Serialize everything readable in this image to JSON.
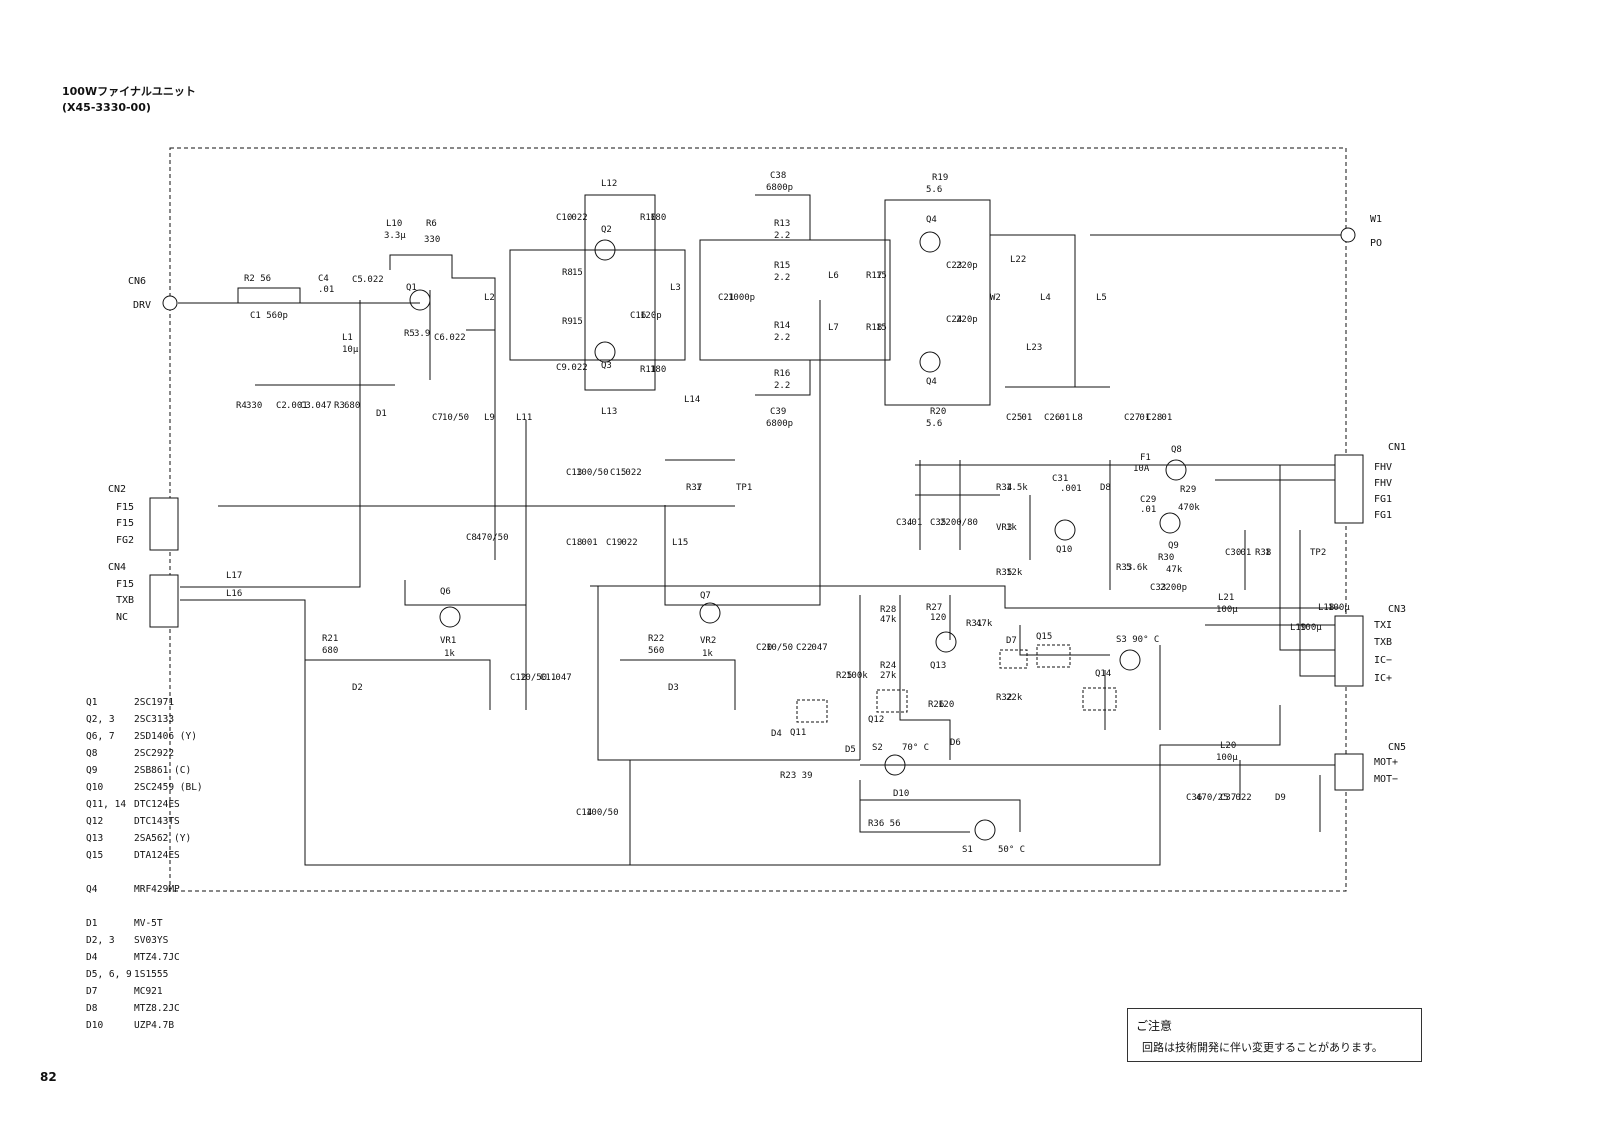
{
  "title": {
    "line1": "100Wファイナルユニット",
    "line2": "(X45-3330-00)"
  },
  "connectors": {
    "cn6": {
      "name": "CN6",
      "pin": "DRV"
    },
    "w1": {
      "name": "W1",
      "pin": "PO"
    },
    "cn1": {
      "name": "CN1",
      "pins": [
        "FHV",
        "FHV",
        "FG1",
        "FG1"
      ]
    },
    "cn2": {
      "name": "CN2",
      "pins": [
        "F15",
        "F15",
        "FG2"
      ]
    },
    "cn4": {
      "name": "CN4",
      "pins": [
        "F15",
        "TXB",
        "NC"
      ]
    },
    "cn3": {
      "name": "CN3",
      "pins": [
        "TXI",
        "TXB",
        "IC−",
        "IC+"
      ]
    },
    "cn5": {
      "name": "CN5",
      "pins": [
        "MOT+",
        "MOT−"
      ]
    }
  },
  "components": [
    {
      "label": "R2 56"
    },
    {
      "label": "C1 560p"
    },
    {
      "label": "C4"
    },
    {
      "label": ".01"
    },
    {
      "label": "C5"
    },
    {
      "label": ".022"
    },
    {
      "label": "L10"
    },
    {
      "label": "3.3μ"
    },
    {
      "label": "R6"
    },
    {
      "label": "330"
    },
    {
      "label": "Q1"
    },
    {
      "label": "L1"
    },
    {
      "label": "10μ"
    },
    {
      "label": "R5"
    },
    {
      "label": "3.9"
    },
    {
      "label": "C6"
    },
    {
      "label": ".022"
    },
    {
      "label": "R4"
    },
    {
      "label": "330"
    },
    {
      "label": "C2"
    },
    {
      "label": ".001"
    },
    {
      "label": "C3"
    },
    {
      "label": ".047"
    },
    {
      "label": "R3"
    },
    {
      "label": "680"
    },
    {
      "label": "D1"
    },
    {
      "label": "C7"
    },
    {
      "label": "10/50"
    },
    {
      "label": "L9"
    },
    {
      "label": "L11"
    },
    {
      "label": "L2"
    },
    {
      "label": "L12"
    },
    {
      "label": "C10"
    },
    {
      "label": ".022"
    },
    {
      "label": "R10"
    },
    {
      "label": "180"
    },
    {
      "label": "Q2"
    },
    {
      "label": "R8"
    },
    {
      "label": "15"
    },
    {
      "label": "R9"
    },
    {
      "label": "15"
    },
    {
      "label": "C16"
    },
    {
      "label": "120p"
    },
    {
      "label": "L3"
    },
    {
      "label": "C21"
    },
    {
      "label": "1000p"
    },
    {
      "label": "Q3"
    },
    {
      "label": "C9"
    },
    {
      "label": ".022"
    },
    {
      "label": "R11"
    },
    {
      "label": "180"
    },
    {
      "label": "L13"
    },
    {
      "label": "L14"
    },
    {
      "label": "C38"
    },
    {
      "label": "6800p"
    },
    {
      "label": "R13"
    },
    {
      "label": "2.2"
    },
    {
      "label": "R15"
    },
    {
      "label": "2.2"
    },
    {
      "label": "R14"
    },
    {
      "label": "2.2"
    },
    {
      "label": "R16"
    },
    {
      "label": "2.2"
    },
    {
      "label": "C39"
    },
    {
      "label": "6800p"
    },
    {
      "label": "L6"
    },
    {
      "label": "L7"
    },
    {
      "label": "R17"
    },
    {
      "label": "15"
    },
    {
      "label": "R18"
    },
    {
      "label": "15"
    },
    {
      "label": "R19"
    },
    {
      "label": "5.6"
    },
    {
      "label": "Q4"
    },
    {
      "label": "C23"
    },
    {
      "label": "220p"
    },
    {
      "label": "C24"
    },
    {
      "label": "220p"
    },
    {
      "label": "W2"
    },
    {
      "label": "L22"
    },
    {
      "label": "L4"
    },
    {
      "label": "L23"
    },
    {
      "label": "L5"
    },
    {
      "label": "Q4"
    },
    {
      "label": "R20"
    },
    {
      "label": "5.6"
    },
    {
      "label": "C25"
    },
    {
      "label": ".01"
    },
    {
      "label": "C26"
    },
    {
      "label": ".01"
    },
    {
      "label": "L8"
    },
    {
      "label": "C27"
    },
    {
      "label": ".01"
    },
    {
      "label": "C28"
    },
    {
      "label": ".01"
    },
    {
      "label": "C13"
    },
    {
      "label": "100/50"
    },
    {
      "label": "C15"
    },
    {
      "label": ".022"
    },
    {
      "label": "R37"
    },
    {
      "label": "1"
    },
    {
      "label": "TP1"
    },
    {
      "label": "C8"
    },
    {
      "label": "470/50"
    },
    {
      "label": "C18"
    },
    {
      "label": ".001"
    },
    {
      "label": "C19"
    },
    {
      "label": ".022"
    },
    {
      "label": "L15"
    },
    {
      "label": "C34"
    },
    {
      "label": ".01"
    },
    {
      "label": "C35"
    },
    {
      "label": "2200/80"
    },
    {
      "label": "R34"
    },
    {
      "label": "1.5k"
    },
    {
      "label": "VR3"
    },
    {
      "label": "1k"
    },
    {
      "label": "R35"
    },
    {
      "label": "12k"
    },
    {
      "label": "C31"
    },
    {
      "label": ".001"
    },
    {
      "label": "D8"
    },
    {
      "label": "Q10"
    },
    {
      "label": "R33"
    },
    {
      "label": "5.6k"
    },
    {
      "label": "C33"
    },
    {
      "label": "2200p"
    },
    {
      "label": "F1"
    },
    {
      "label": "10A"
    },
    {
      "label": "Q8"
    },
    {
      "label": "C29"
    },
    {
      "label": ".01"
    },
    {
      "label": "R29"
    },
    {
      "label": "470k"
    },
    {
      "label": "Q9"
    },
    {
      "label": "R30"
    },
    {
      "label": "47k"
    },
    {
      "label": "C30"
    },
    {
      "label": ".01"
    },
    {
      "label": "R38"
    },
    {
      "label": "1"
    },
    {
      "label": "TP2"
    },
    {
      "label": "L19"
    },
    {
      "label": "100μ"
    },
    {
      "label": "L18"
    },
    {
      "label": "100μ"
    },
    {
      "label": "L21"
    },
    {
      "label": "100μ"
    },
    {
      "label": "L17"
    },
    {
      "label": "L16"
    },
    {
      "label": "R21"
    },
    {
      "label": "680"
    },
    {
      "label": "D2"
    },
    {
      "label": "Q6"
    },
    {
      "label": "VR1"
    },
    {
      "label": "1k"
    },
    {
      "label": "C12"
    },
    {
      "label": "10/50"
    },
    {
      "label": "C11"
    },
    {
      "label": ".047"
    },
    {
      "label": "Q7"
    },
    {
      "label": "R22"
    },
    {
      "label": "560"
    },
    {
      "label": "D3"
    },
    {
      "label": "VR2"
    },
    {
      "label": "1k"
    },
    {
      "label": "C20"
    },
    {
      "label": "10/50"
    },
    {
      "label": "C22"
    },
    {
      "label": ".047"
    },
    {
      "label": "R25"
    },
    {
      "label": "100k"
    },
    {
      "label": "R28"
    },
    {
      "label": "47k"
    },
    {
      "label": "R24"
    },
    {
      "label": "27k"
    },
    {
      "label": "R27"
    },
    {
      "label": "120"
    },
    {
      "label": "Q13"
    },
    {
      "label": "R31"
    },
    {
      "label": "47k"
    },
    {
      "label": "D7"
    },
    {
      "label": "Q15"
    },
    {
      "label": "S3 90° C"
    },
    {
      "label": "Q14"
    },
    {
      "label": "R32"
    },
    {
      "label": "22k"
    },
    {
      "label": "R26"
    },
    {
      "label": "120"
    },
    {
      "label": "D6"
    },
    {
      "label": "Q12"
    },
    {
      "label": "Q11"
    },
    {
      "label": "D4"
    },
    {
      "label": "D5"
    },
    {
      "label": "R23 39"
    },
    {
      "label": "S2"
    },
    {
      "label": "70° C"
    },
    {
      "label": "L20"
    },
    {
      "label": "100μ"
    },
    {
      "label": "D10"
    },
    {
      "label": "R36 56"
    },
    {
      "label": "S1"
    },
    {
      "label": "50° C"
    },
    {
      "label": "C14"
    },
    {
      "label": "100/50"
    },
    {
      "label": "C36"
    },
    {
      "label": "470/25"
    },
    {
      "label": "C37"
    },
    {
      "label": ".022"
    },
    {
      "label": "D9"
    }
  ],
  "parts_list": [
    {
      "ref": "Q1",
      "part": "2SC1971"
    },
    {
      "ref": "Q2, 3",
      "part": "2SC3133"
    },
    {
      "ref": "Q6, 7",
      "part": "2SD1406 (Y)"
    },
    {
      "ref": "Q8",
      "part": "2SC2922"
    },
    {
      "ref": "Q9",
      "part": "2SB861 (C)"
    },
    {
      "ref": "Q10",
      "part": "2SC2459 (BL)"
    },
    {
      "ref": "Q11, 14",
      "part": "DTC124ES"
    },
    {
      "ref": "Q12",
      "part": "DTC143TS"
    },
    {
      "ref": "Q13",
      "part": "2SA562 (Y)"
    },
    {
      "ref": "Q15",
      "part": "DTA124ES"
    },
    {
      "ref": "",
      "part": ""
    },
    {
      "ref": "Q4",
      "part": "MRF429MP"
    },
    {
      "ref": "",
      "part": ""
    },
    {
      "ref": "D1",
      "part": "MV-5T"
    },
    {
      "ref": "D2, 3",
      "part": "SV03YS"
    },
    {
      "ref": "D4",
      "part": "MTZ4.7JC"
    },
    {
      "ref": "D5, 6, 9",
      "part": "1S1555"
    },
    {
      "ref": "D7",
      "part": "MC921"
    },
    {
      "ref": "D8",
      "part": "MTZ8.2JC"
    },
    {
      "ref": "D10",
      "part": "UZP4.7B"
    }
  ],
  "note": {
    "heading": "ご注意",
    "body": "回路は技術開発に伴い変更することがあります。"
  },
  "page_number": "82"
}
